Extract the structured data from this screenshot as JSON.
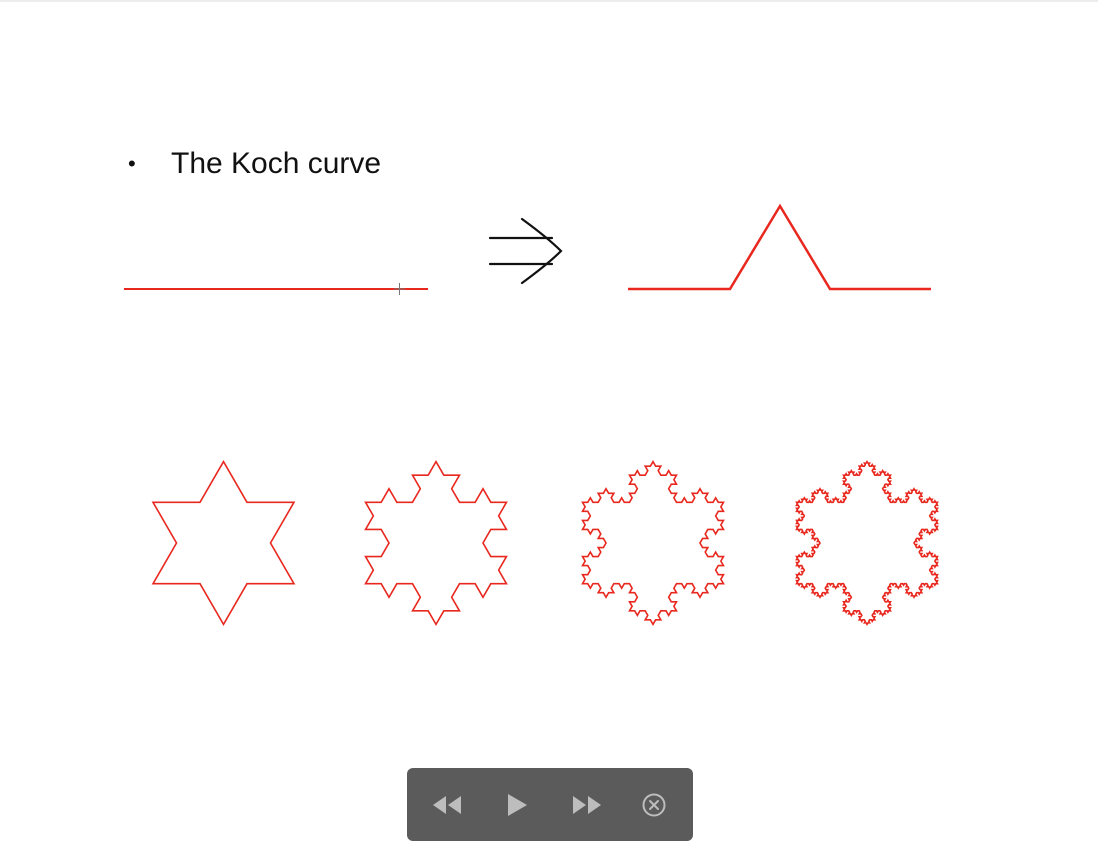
{
  "slide": {
    "bullet_symbol": "•",
    "bullet_text": "The Koch curve",
    "arrow_icon": "implies-arrow-icon",
    "accent_color": "#e8281e"
  },
  "controls": {
    "rewind_icon": "rewind-icon",
    "play_icon": "play-icon",
    "fast_forward_icon": "fast-forward-icon",
    "close_icon": "close-circle-icon",
    "bar_color": "#5b5b5b",
    "icon_color": "#bdbdbd"
  },
  "snowflakes": {
    "iterations": [
      1,
      2,
      3,
      4
    ]
  }
}
